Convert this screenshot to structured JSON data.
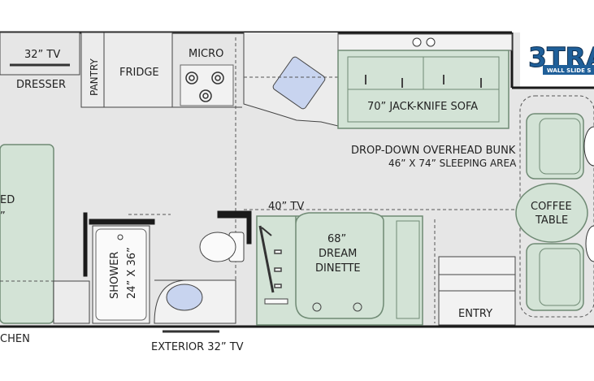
{
  "brand": {
    "logo_text": "3TRA",
    "tagline": "WALL SLIDE S"
  },
  "rooms": {
    "tv_32": "32” TV",
    "dresser": "DRESSER",
    "pantry": "PANTRY",
    "fridge": "FRIDGE",
    "micro": "MICRO",
    "sofa": "70” JACK-KNIFE SOFA",
    "bunk_title": "DROP-DOWN OVERHEAD BUNK",
    "bunk_size": "46” X 74” SLEEPING AREA",
    "bed_partial": "ED",
    "bed_quote": "”",
    "tv_40": "40” TV",
    "dinette_l1": "68”",
    "dinette_l2": "DREAM",
    "dinette_l3": "DINETTE",
    "shower_l1": "SHOWER",
    "shower_l2": "24” X 36”",
    "coffee_l1": "COFFEE",
    "coffee_l2": "TABLE",
    "entry": "ENTRY",
    "kitchen_partial": "CHEN",
    "exterior_tv": "EXTERIOR 32” TV"
  },
  "colors": {
    "floor": "#e6e6e6",
    "furniture": "#d3e3d6",
    "furniture_stroke": "#6f8a74",
    "wall": "#1a1a1a",
    "glass": "#c8d4ef",
    "brand_blue": "#1f5f99"
  }
}
